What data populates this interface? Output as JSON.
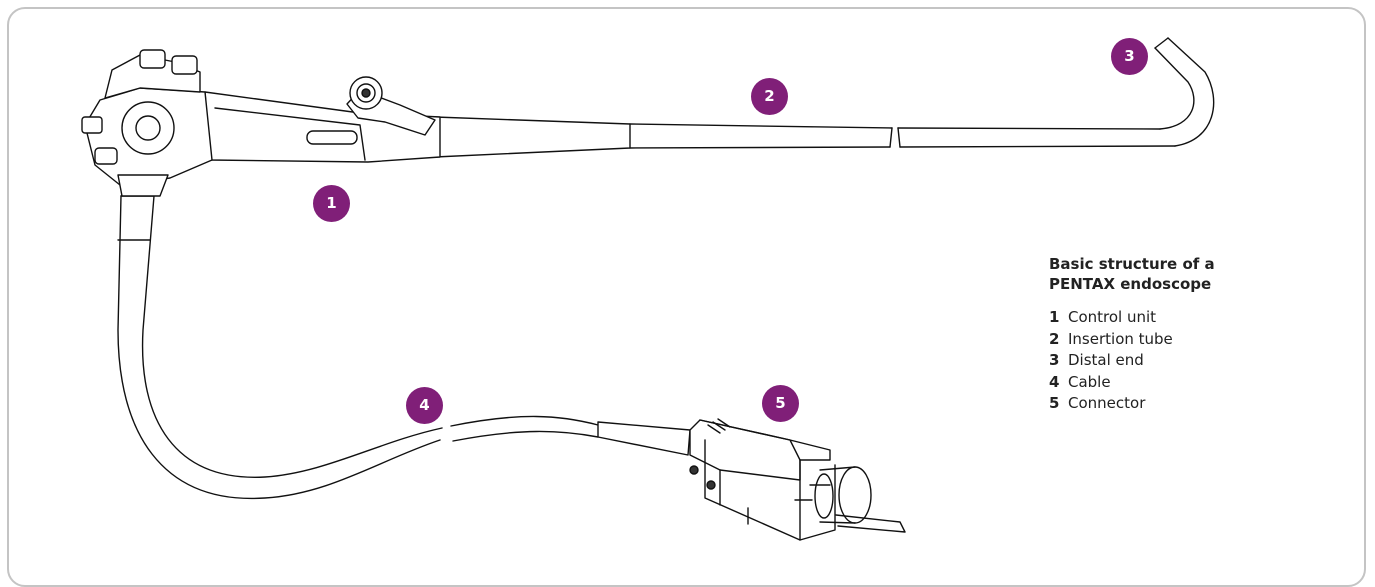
{
  "accent_color": "#801f78",
  "legend": {
    "title_line1": "Basic structure of a",
    "title_line2": "PENTAX endoscope",
    "items": [
      {
        "number": "1",
        "label": "Control unit"
      },
      {
        "number": "2",
        "label": "Insertion tube"
      },
      {
        "number": "3",
        "label": "Distal end"
      },
      {
        "number": "4",
        "label": "Cable"
      },
      {
        "number": "5",
        "label": "Connector"
      }
    ]
  },
  "callouts": [
    {
      "number": "1",
      "part": "control-unit"
    },
    {
      "number": "2",
      "part": "insertion-tube"
    },
    {
      "number": "3",
      "part": "distal-end"
    },
    {
      "number": "4",
      "part": "cable"
    },
    {
      "number": "5",
      "part": "connector"
    }
  ]
}
